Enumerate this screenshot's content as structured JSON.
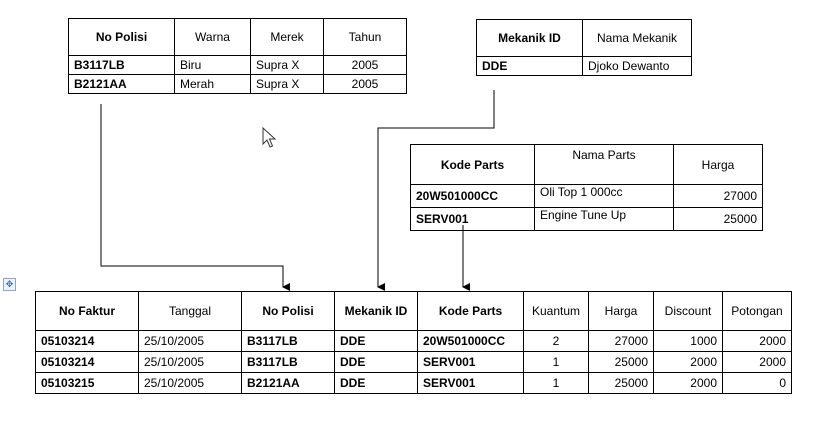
{
  "vehicle_table": {
    "headers": [
      "No Polisi",
      "Warna",
      "Merek",
      "Tahun"
    ],
    "rows": [
      [
        "B3117LB",
        "Biru",
        "Supra X",
        "2005"
      ],
      [
        "B2121AA",
        "Merah",
        "Supra X",
        "2005"
      ]
    ]
  },
  "mechanic_table": {
    "headers": [
      "Mekanik ID",
      "Nama Mekanik"
    ],
    "rows": [
      [
        "DDE",
        "Djoko Dewanto"
      ]
    ]
  },
  "parts_table": {
    "headers": [
      "Kode Parts",
      "Nama Parts",
      "Harga"
    ],
    "rows": [
      [
        "20W501000CC",
        "Oli Top 1 000cc",
        "27000"
      ],
      [
        "SERV001",
        "Engine Tune Up",
        "25000"
      ]
    ]
  },
  "invoice_table": {
    "headers": [
      "No Faktur",
      "Tanggal",
      "No Polisi",
      "Mekanik ID",
      "Kode Parts",
      "Kuantum",
      "Harga",
      "Discount",
      "Potongan"
    ],
    "rows": [
      [
        "05103214",
        "25/10/2005",
        "B3117LB",
        "DDE",
        "20W501000CC",
        "2",
        "27000",
        "1000",
        "2000"
      ],
      [
        "05103214",
        "25/10/2005",
        "B3117LB",
        "DDE",
        "SERV001",
        "1",
        "25000",
        "2000",
        "2000"
      ],
      [
        "05103215",
        "25/10/2005",
        "B2121AA",
        "DDE",
        "SERV001",
        "1",
        "25000",
        "2000",
        "0"
      ]
    ]
  },
  "icons": {
    "cursor": "mouse-pointer-icon",
    "table_anchor": "move-handle-icon"
  }
}
